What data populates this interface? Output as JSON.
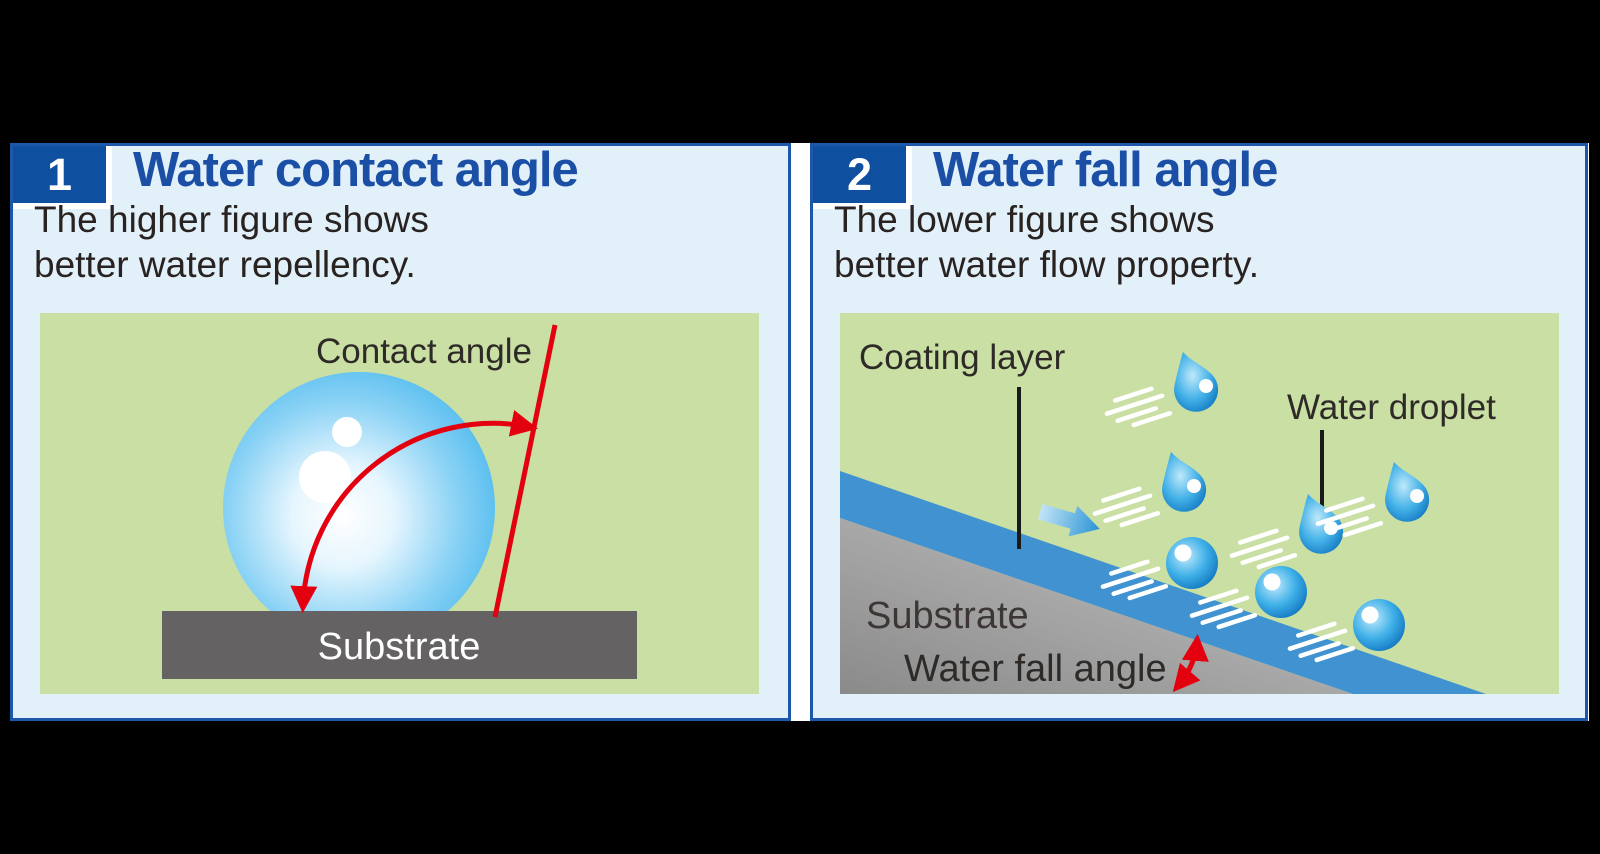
{
  "panels": [
    {
      "badge": "1",
      "title": "Water contact angle",
      "subtitle_line1": "The higher figure shows",
      "subtitle_line2": "better water repellency.",
      "illustration": {
        "type": "contact-angle-diagram",
        "labels": {
          "angle": "Contact angle",
          "substrate": "Substrate"
        }
      }
    },
    {
      "badge": "2",
      "title": "Water fall angle",
      "subtitle_line1": "The lower figure shows",
      "subtitle_line2": "better water flow property.",
      "illustration": {
        "type": "water-fall-angle-diagram",
        "labels": {
          "coating": "Coating layer",
          "droplet": "Water droplet",
          "substrate": "Substrate",
          "angle": "Water fall angle"
        }
      }
    }
  ],
  "colors": {
    "page-bg": "#000000",
    "gap-white": "#ffffff",
    "panel-bg": "#e2f0fa",
    "panel-border": "#1d57a9",
    "badge-bg": "#0f4f9f",
    "badge-text": "#ffffff",
    "title-blue": "#1b4fa5",
    "body-text": "#282220",
    "label-text": "#2e2a28",
    "diagram-green": "#c9dfa3",
    "substrate-gray-left": "#646262",
    "substrate-gray-light": "#c6c6c6",
    "substrate-gray-dark": "#8a8a8a",
    "coating-blue": "#4093d0",
    "arrow-red": "#e3000f",
    "droplet-blue": "#4db9ee",
    "droplet-deep-blue": "#1076c0"
  }
}
